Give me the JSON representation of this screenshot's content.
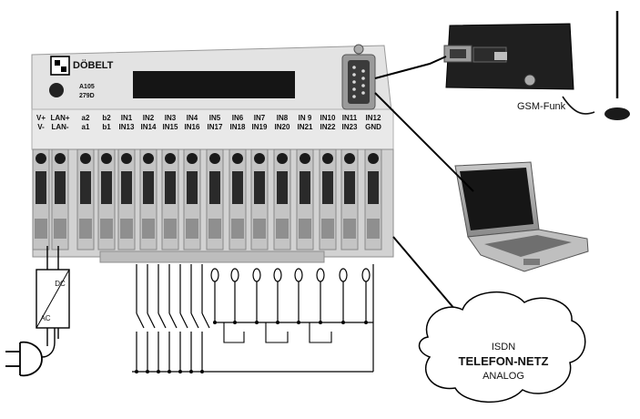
{
  "device": {
    "brand": "DÖBELT",
    "approval_top": "A105",
    "approval_bottom": "279D",
    "terminal_labels_top": [
      "V+",
      "LAN+",
      "a2",
      "b2",
      "IN1",
      "IN2",
      "IN3",
      "IN4",
      "IN5",
      "IN6",
      "IN7",
      "IN8",
      "IN 9",
      "IN10",
      "IN11",
      "IN12"
    ],
    "terminal_labels_bottom": [
      "V-",
      "LAN-",
      "a1",
      "b1",
      "IN13",
      "IN14",
      "IN15",
      "IN16",
      "IN17",
      "IN18",
      "IN19",
      "IN20",
      "IN21",
      "IN22",
      "IN23",
      "GND"
    ]
  },
  "gsm": {
    "label": "GSM-Funk"
  },
  "power_supply": {
    "top": "DC",
    "bottom": "AC"
  },
  "network": {
    "line1": "ISDN",
    "line2": "TELEFON-NETZ",
    "line3": "ANALOG"
  },
  "colors": {
    "housing": "#dedede",
    "display": "#151515",
    "lines": "#000000",
    "modem": "#1d1d1d"
  }
}
